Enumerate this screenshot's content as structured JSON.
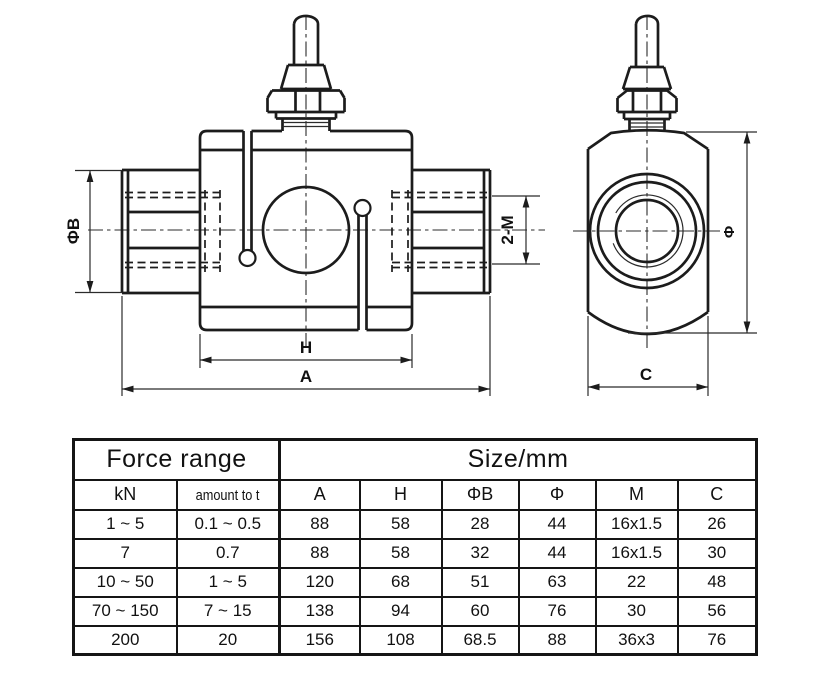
{
  "drawing": {
    "front_view": {
      "dim_phi_b": "ΦB",
      "dim_2m": "2-M",
      "dim_h": "H",
      "dim_a": "A"
    },
    "side_view": {
      "dim_phi": "Φ",
      "dim_c": "C"
    }
  },
  "table": {
    "group_headers": {
      "force_range": "Force range",
      "size": "Size/mm"
    },
    "columns": [
      "kN",
      "amount to t",
      "A",
      "H",
      "ΦB",
      "Φ",
      "M",
      "C"
    ],
    "rows": [
      [
        "1 ~ 5",
        "0.1 ~ 0.5",
        "88",
        "58",
        "28",
        "44",
        "16x1.5",
        "26"
      ],
      [
        "7",
        "0.7",
        "88",
        "58",
        "32",
        "44",
        "16x1.5",
        "30"
      ],
      [
        "10 ~ 50",
        "1 ~ 5",
        "120",
        "68",
        "51",
        "63",
        "22",
        "48"
      ],
      [
        "70 ~ 150",
        "7 ~ 15",
        "138",
        "94",
        "60",
        "76",
        "30",
        "56"
      ],
      [
        "200",
        "20",
        "156",
        "108",
        "68.5",
        "88",
        "36x3",
        "76"
      ]
    ]
  },
  "colors": {
    "line": "#1c1c1c",
    "background": "#ffffff"
  }
}
